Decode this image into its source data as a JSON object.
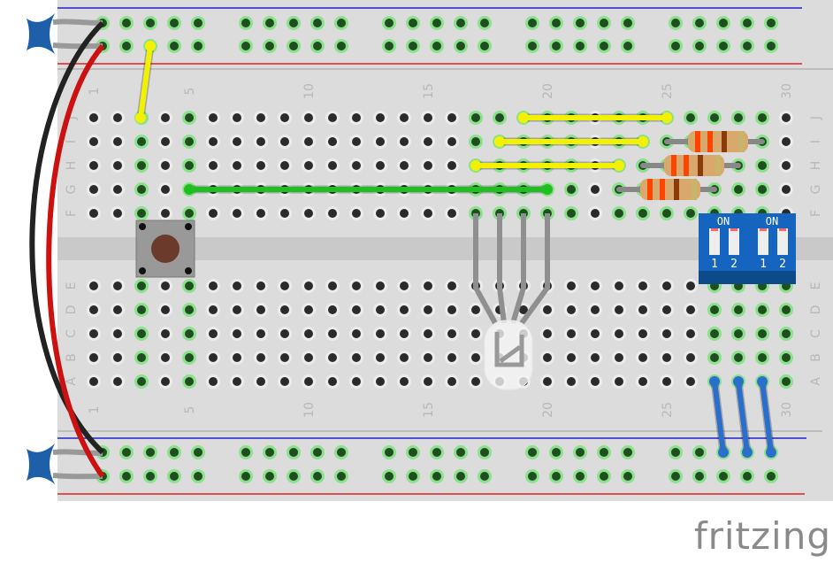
{
  "breadboard": {
    "column_numbers": [
      "1",
      "5",
      "10",
      "15",
      "20",
      "25",
      "30"
    ],
    "row_letters_top": [
      "J",
      "I",
      "H",
      "G",
      "F"
    ],
    "row_letters_bottom": [
      "E",
      "D",
      "C",
      "B",
      "A"
    ],
    "columns": 30
  },
  "components": {
    "dip_switch": {
      "on_label": "ON",
      "switch_labels": [
        "1",
        "2"
      ],
      "count": 2,
      "color": "#1565c0"
    },
    "resistors": {
      "count": 3
    },
    "led": {
      "type": "RGB LED, clear"
    },
    "pushbutton": {
      "color": "#6b3a2a"
    },
    "capacitors": {
      "count": 2,
      "color": "#1d5fa8"
    },
    "wires": {
      "colors": {
        "yellow": "#f2f200",
        "green": "#1fbf1f",
        "blue": "#2a6fcc",
        "red": "#cc1111",
        "black": "#222222"
      }
    }
  },
  "branding": {
    "logo_text": "fritzing"
  }
}
